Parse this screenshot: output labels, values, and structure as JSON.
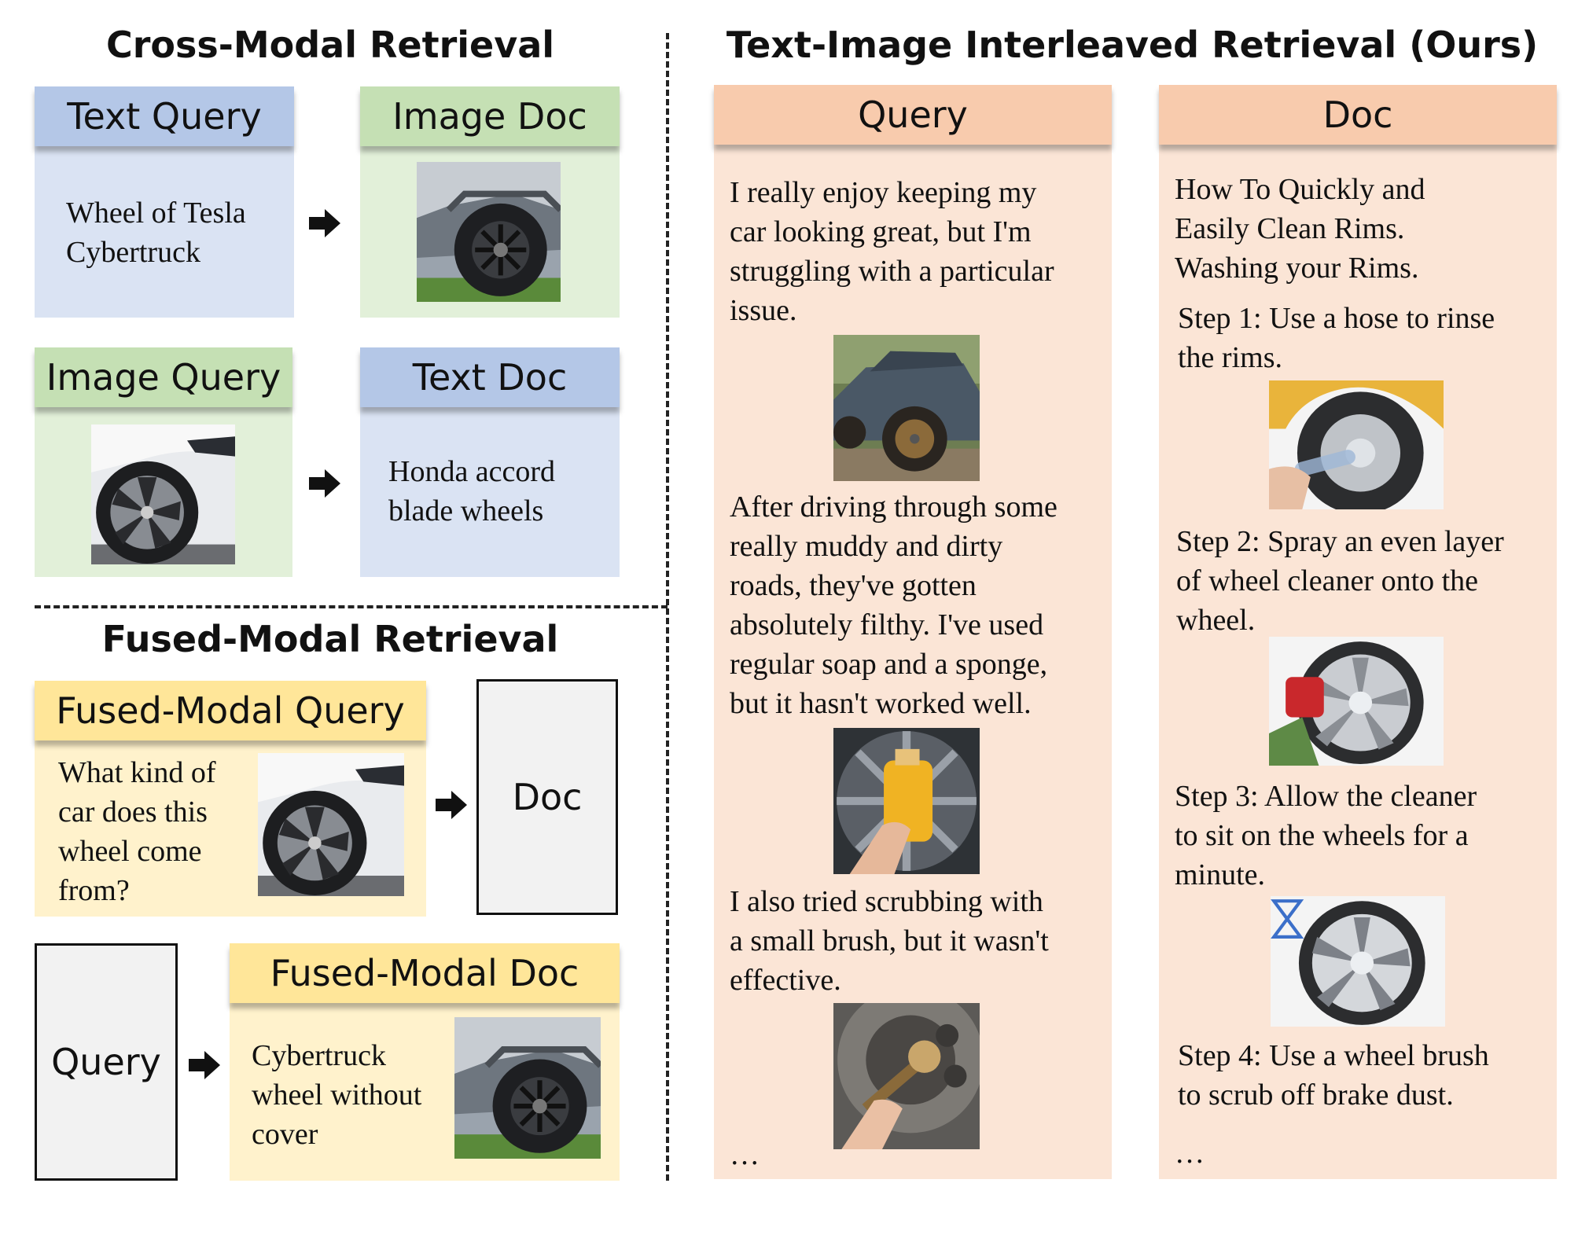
{
  "left": {
    "cross_title": "Cross-Modal Retrieval",
    "text_query_header": "Text Query",
    "text_query_body": [
      "Wheel of Tesla",
      "Cybertruck"
    ],
    "image_doc_header": "Image Doc",
    "image_query_header": "Image Query",
    "text_doc_header": "Text Doc",
    "text_doc_body": [
      "Honda accord",
      "blade wheels"
    ],
    "fused_title": "Fused-Modal Retrieval",
    "fused_query_header": "Fused-Modal Query",
    "fused_query_body": [
      "What kind of",
      "car does this",
      "wheel come",
      "from?"
    ],
    "doc_label": "Doc",
    "query_label": "Query",
    "fused_doc_header": "Fused-Modal Doc",
    "fused_doc_body": [
      "Cybertruck",
      "wheel without",
      "cover"
    ]
  },
  "right": {
    "title": "Text-Image Interleaved Retrieval (Ours)",
    "query_header": "Query",
    "doc_header": "Doc",
    "query_text_1": [
      "I really enjoy keeping my",
      "car looking great, but I'm",
      "struggling with a particular",
      "issue."
    ],
    "query_text_2": [
      "After driving through some",
      "really muddy and dirty",
      "roads, they've gotten",
      "absolutely filthy. I've used",
      "regular soap and a sponge,",
      "but it hasn't worked well."
    ],
    "query_text_3": [
      "I also tried scrubbing with",
      "a small brush, but it wasn't",
      "effective."
    ],
    "query_ellipsis": "…",
    "doc_text_1": [
      "How To Quickly and",
      "Easily Clean Rims.",
      "Washing your Rims."
    ],
    "doc_step_1": [
      "Step 1: Use a hose to rinse",
      "the rims."
    ],
    "doc_step_2": [
      "Step 2: Spray an even layer",
      "of wheel cleaner onto the",
      "wheel."
    ],
    "doc_step_3": [
      "Step 3: Allow the cleaner",
      "to sit on the wheels for a",
      "minute."
    ],
    "doc_step_4": [
      "Step 4: Use a wheel brush",
      "to scrub off brake dust."
    ],
    "doc_ellipsis": "…"
  },
  "colors": {
    "blue_header": "#b4c7e7",
    "blue_body": "#dae3f3",
    "green_header": "#c5e0b4",
    "green_body": "#e2f0d9",
    "yellow_header": "#ffe699",
    "yellow_body": "#fff2cc",
    "orange_header": "#f8cbad",
    "orange_body": "#fbe5d6"
  }
}
